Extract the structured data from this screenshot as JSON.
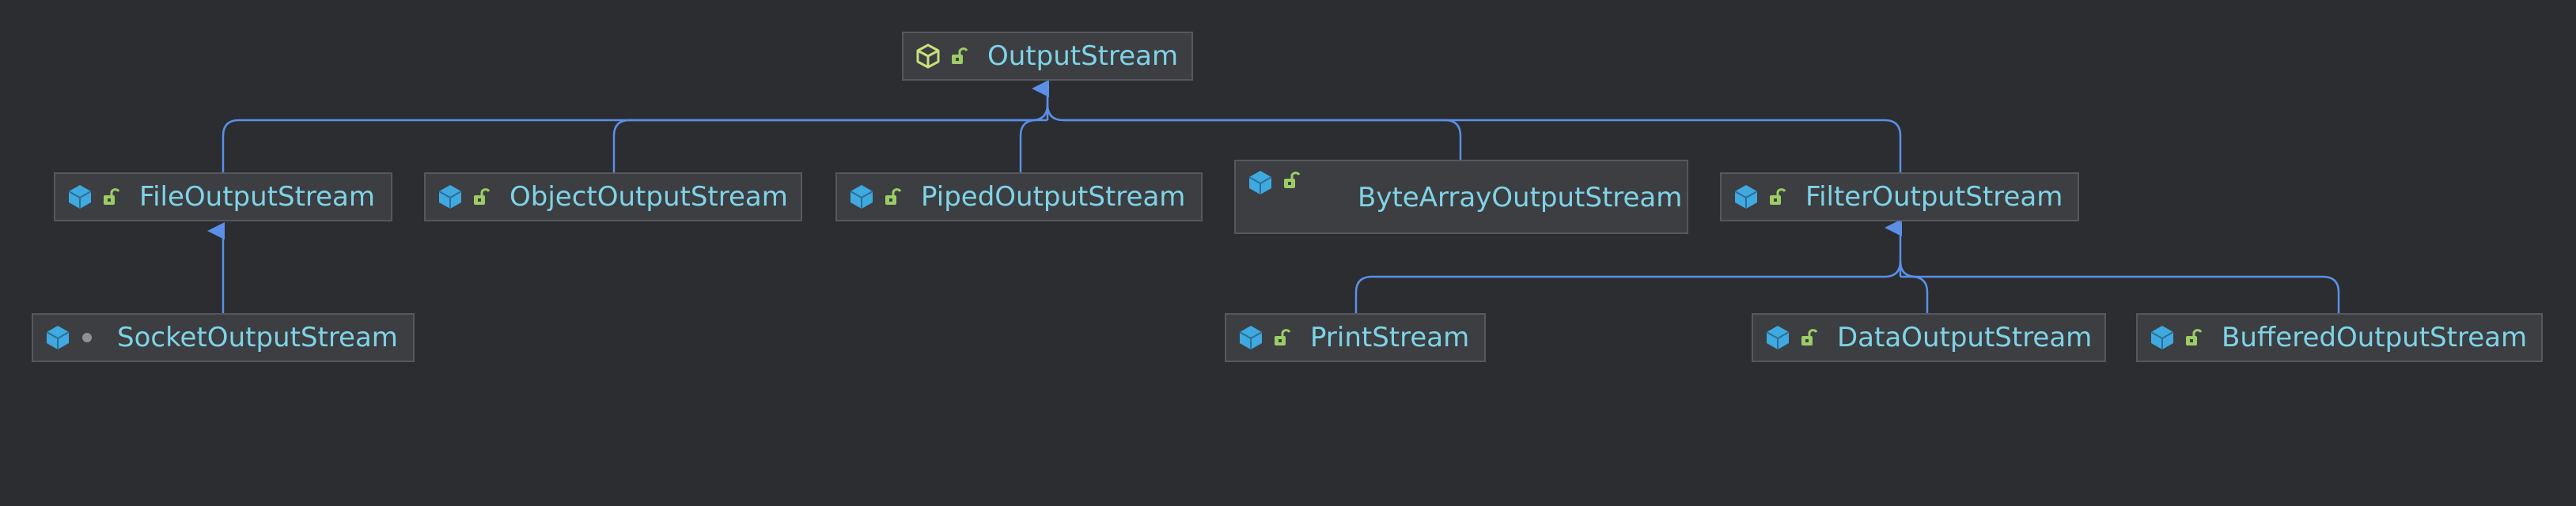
{
  "diagram": {
    "root": {
      "label": "OutputStream",
      "icon": "interface-icon",
      "modifier": "public-lock-icon"
    },
    "level1": [
      {
        "label": "FileOutputStream",
        "icon": "class-icon",
        "modifier": "public-lock-icon"
      },
      {
        "label": "ObjectOutputStream",
        "icon": "class-icon",
        "modifier": "public-lock-icon"
      },
      {
        "label": "PipedOutputStream",
        "icon": "class-icon",
        "modifier": "public-lock-icon"
      },
      {
        "label": "ByteArrayOutputStream",
        "icon": "class-icon",
        "modifier": "public-lock-icon"
      },
      {
        "label": "FilterOutputStream",
        "icon": "class-icon",
        "modifier": "public-lock-icon"
      }
    ],
    "level2": [
      {
        "label": "SocketOutputStream",
        "icon": "class-icon",
        "modifier": "package-private-dot-icon",
        "parent": "FileOutputStream"
      },
      {
        "label": "PrintStream",
        "icon": "class-icon",
        "modifier": "public-lock-icon",
        "parent": "FilterOutputStream"
      },
      {
        "label": "DataOutputStream",
        "icon": "class-icon",
        "modifier": "public-lock-icon",
        "parent": "FilterOutputStream"
      },
      {
        "label": "BufferedOutputStream",
        "icon": "class-icon",
        "modifier": "public-lock-icon",
        "parent": "FilterOutputStream"
      }
    ]
  },
  "colors": {
    "background": "#2b2d31",
    "node_fill": "#3c3e42",
    "node_border": "#55585e",
    "label_text": "#7fd3e6",
    "edge": "#5b8fe8",
    "class_icon": "#3fa9e0",
    "interface_icon": "#c9e07a",
    "lock_icon": "#9ccc65"
  }
}
